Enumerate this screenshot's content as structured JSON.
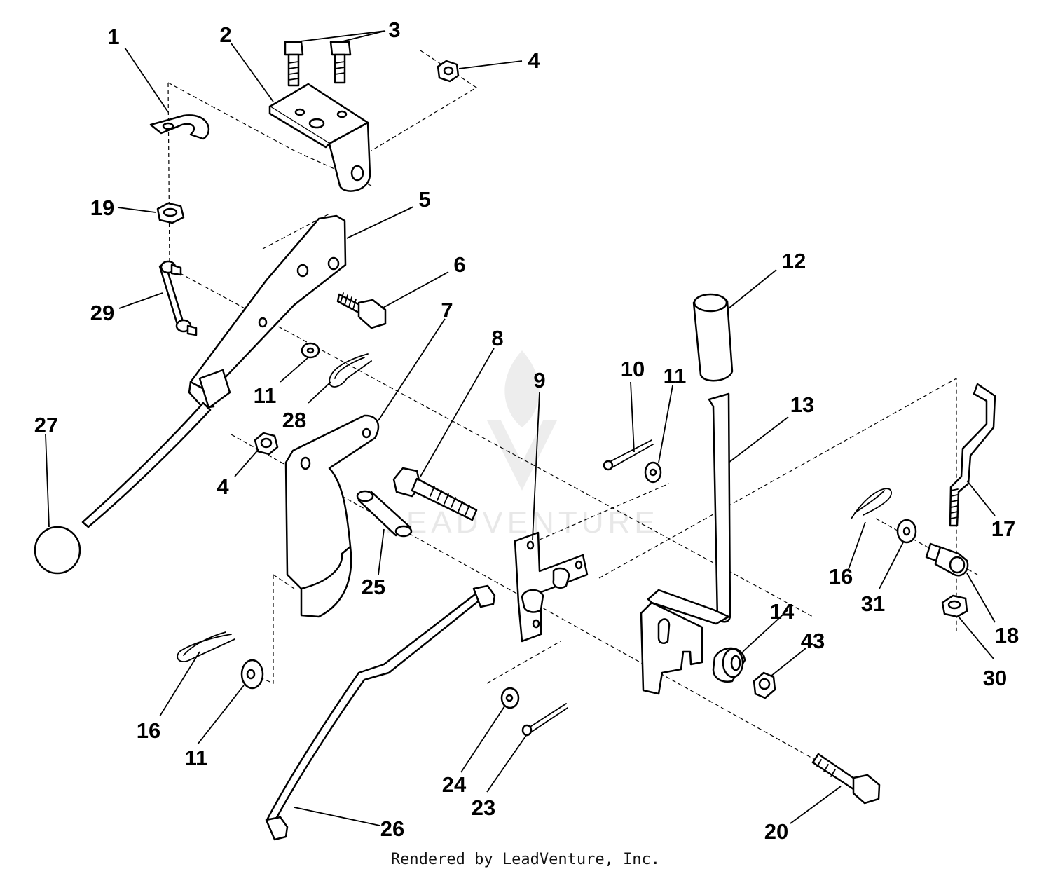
{
  "watermark": "LEADVENTURE",
  "credit": "Rendered by LeadVenture, Inc.",
  "callouts": [
    "1",
    "2",
    "3",
    "4",
    "4",
    "5",
    "6",
    "7",
    "8",
    "9",
    "10",
    "11",
    "11",
    "11",
    "12",
    "13",
    "14",
    "16",
    "16",
    "17",
    "18",
    "19",
    "20",
    "23",
    "24",
    "25",
    "26",
    "27",
    "28",
    "29",
    "30",
    "31",
    "43"
  ]
}
